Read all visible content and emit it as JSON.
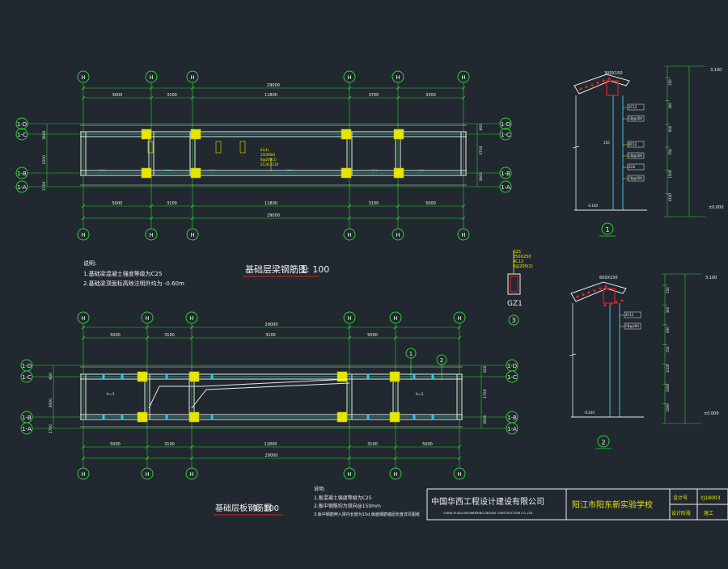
{
  "colors": {
    "background": "#212830",
    "grid_line": "#2bd22b",
    "beam": "#e8e8e8",
    "column": "#e6e600",
    "cyan": "#2ec8e6",
    "red": "#e02020",
    "magenta": "#e040e0",
    "yellow_text": "#e8e800",
    "white_text": "#f0f0f0"
  },
  "axis_labels": {
    "col": "H",
    "rows": [
      "1-D",
      "1-C",
      "1-B",
      "1-A"
    ]
  },
  "plan1": {
    "title": "基础层梁钢筋图",
    "scale": "1: 100",
    "total_dim": "29000",
    "top_spans": [
      "3600",
      "3100",
      "11800",
      "3700",
      "3300"
    ],
    "bottom_spans": [
      "5000",
      "3100",
      "11800",
      "3100",
      "5000"
    ],
    "left_dims": [
      "3600",
      "1200",
      "3700",
      "600"
    ],
    "right_dims": [
      "600",
      "3700",
      "3600"
    ],
    "mid_labels": [
      "4200",
      "4200",
      "4200",
      "4200",
      "4200",
      "4200"
    ],
    "center_label": [
      "KL(1)",
      "250X600",
      "8@200(2)",
      "2C20;2C20"
    ]
  },
  "notes1": {
    "title": "说明:",
    "items": [
      "1.基础梁混凝土强度等级为C25",
      "2.基础梁顶面标高除注明外均为 -0.60m"
    ]
  },
  "plan2": {
    "title": "基础层板钢筋图",
    "scale": "1: 100",
    "total_dim": "29000",
    "top_spans": [
      "5000",
      "3100",
      "3100",
      "5000"
    ],
    "bottom_spans": [
      "5000",
      "3100",
      "11800",
      "3100",
      "5000"
    ],
    "left_dims": [
      "600",
      "3000",
      "1700",
      "600"
    ],
    "right_dims": [
      "600",
      "1700",
      "3000"
    ],
    "section_marks": [
      "1",
      "2"
    ],
    "slab_labels": [
      "h=1",
      "h=1"
    ]
  },
  "notes2": {
    "title": "说明:",
    "items": [
      "1.板混凝土强度等级为C25",
      "2.板中钢筋均为双向@150mm",
      "3.板中钢筋伸入梁内长度为15d,板面钢筋锚固长度详见图纸"
    ]
  },
  "gz": {
    "label": "GZ1",
    "number": "3",
    "tags": [
      "GZ1",
      "250X250",
      "4C12",
      "6@200(2)"
    ]
  },
  "sections": {
    "s1": {
      "number": "1",
      "elev_top": "3.100",
      "elev_bot": "±0.000",
      "left_tag": "300X150",
      "dims": [
        "150",
        "300",
        "600",
        "150",
        "1500",
        "4100"
      ],
      "rebar_tags": [
        "2C12",
        "C8@200",
        "8C12",
        "C8@200",
        "2C8",
        "C8@200"
      ],
      "small_labels": [
        "150",
        "-0.100"
      ]
    },
    "s2": {
      "number": "2",
      "elev_top": "3.100",
      "elev_bot": "±0.000",
      "left_tag": "600X150",
      "dims": [
        "150",
        "300",
        "600",
        "150",
        "4100",
        "3300",
        "1000"
      ],
      "rebar_tags": [
        "2C12",
        "C8@200"
      ],
      "small_labels": [
        "-0.100"
      ]
    }
  },
  "title_block": {
    "company": "中国华西工程设计建设有限公司",
    "company_en": "CHINA HUAXI ENGINEERING DESIGN CONSTRUCTION CO.,LTD",
    "project": "阳江市阳东新实验学校",
    "field1_label": "设计号",
    "field1_value": "YJ18003",
    "field2_label": "设计阶段",
    "field2_value": "施工"
  }
}
